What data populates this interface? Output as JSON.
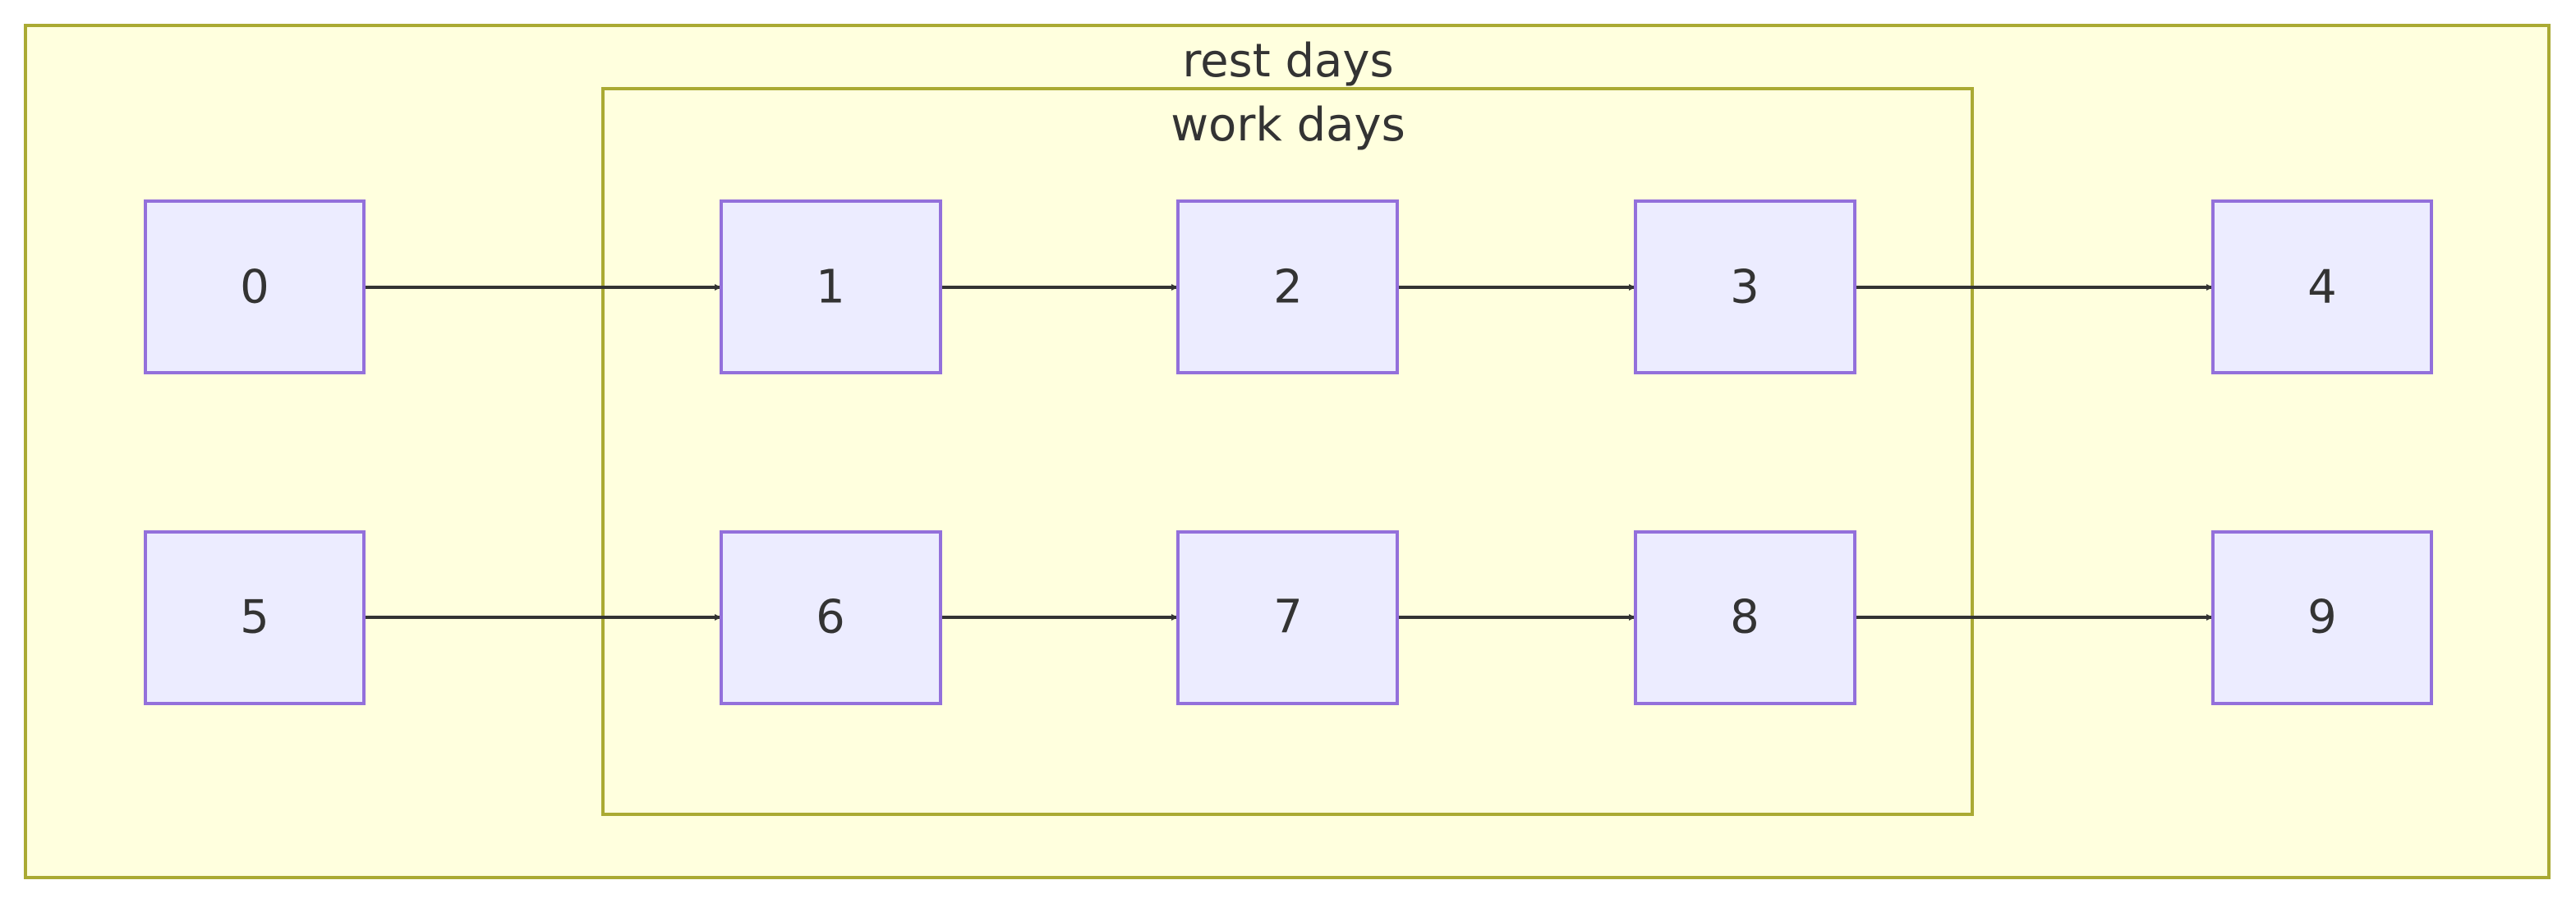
{
  "clusters": {
    "outer": {
      "label": "rest days"
    },
    "inner": {
      "label": "work days"
    }
  },
  "nodes": {
    "n0": "0",
    "n1": "1",
    "n2": "2",
    "n3": "3",
    "n4": "4",
    "n5": "5",
    "n6": "6",
    "n7": "7",
    "n8": "8",
    "n9": "9"
  },
  "edges": [
    [
      "0",
      "1"
    ],
    [
      "1",
      "2"
    ],
    [
      "2",
      "3"
    ],
    [
      "3",
      "4"
    ],
    [
      "5",
      "6"
    ],
    [
      "6",
      "7"
    ],
    [
      "7",
      "8"
    ],
    [
      "8",
      "9"
    ]
  ],
  "colors": {
    "cluster_fill": "#ffffde",
    "cluster_stroke": "#aaaa33",
    "node_fill": "#ececff",
    "node_stroke": "#9370db",
    "edge": "#333333",
    "text": "#333333"
  }
}
